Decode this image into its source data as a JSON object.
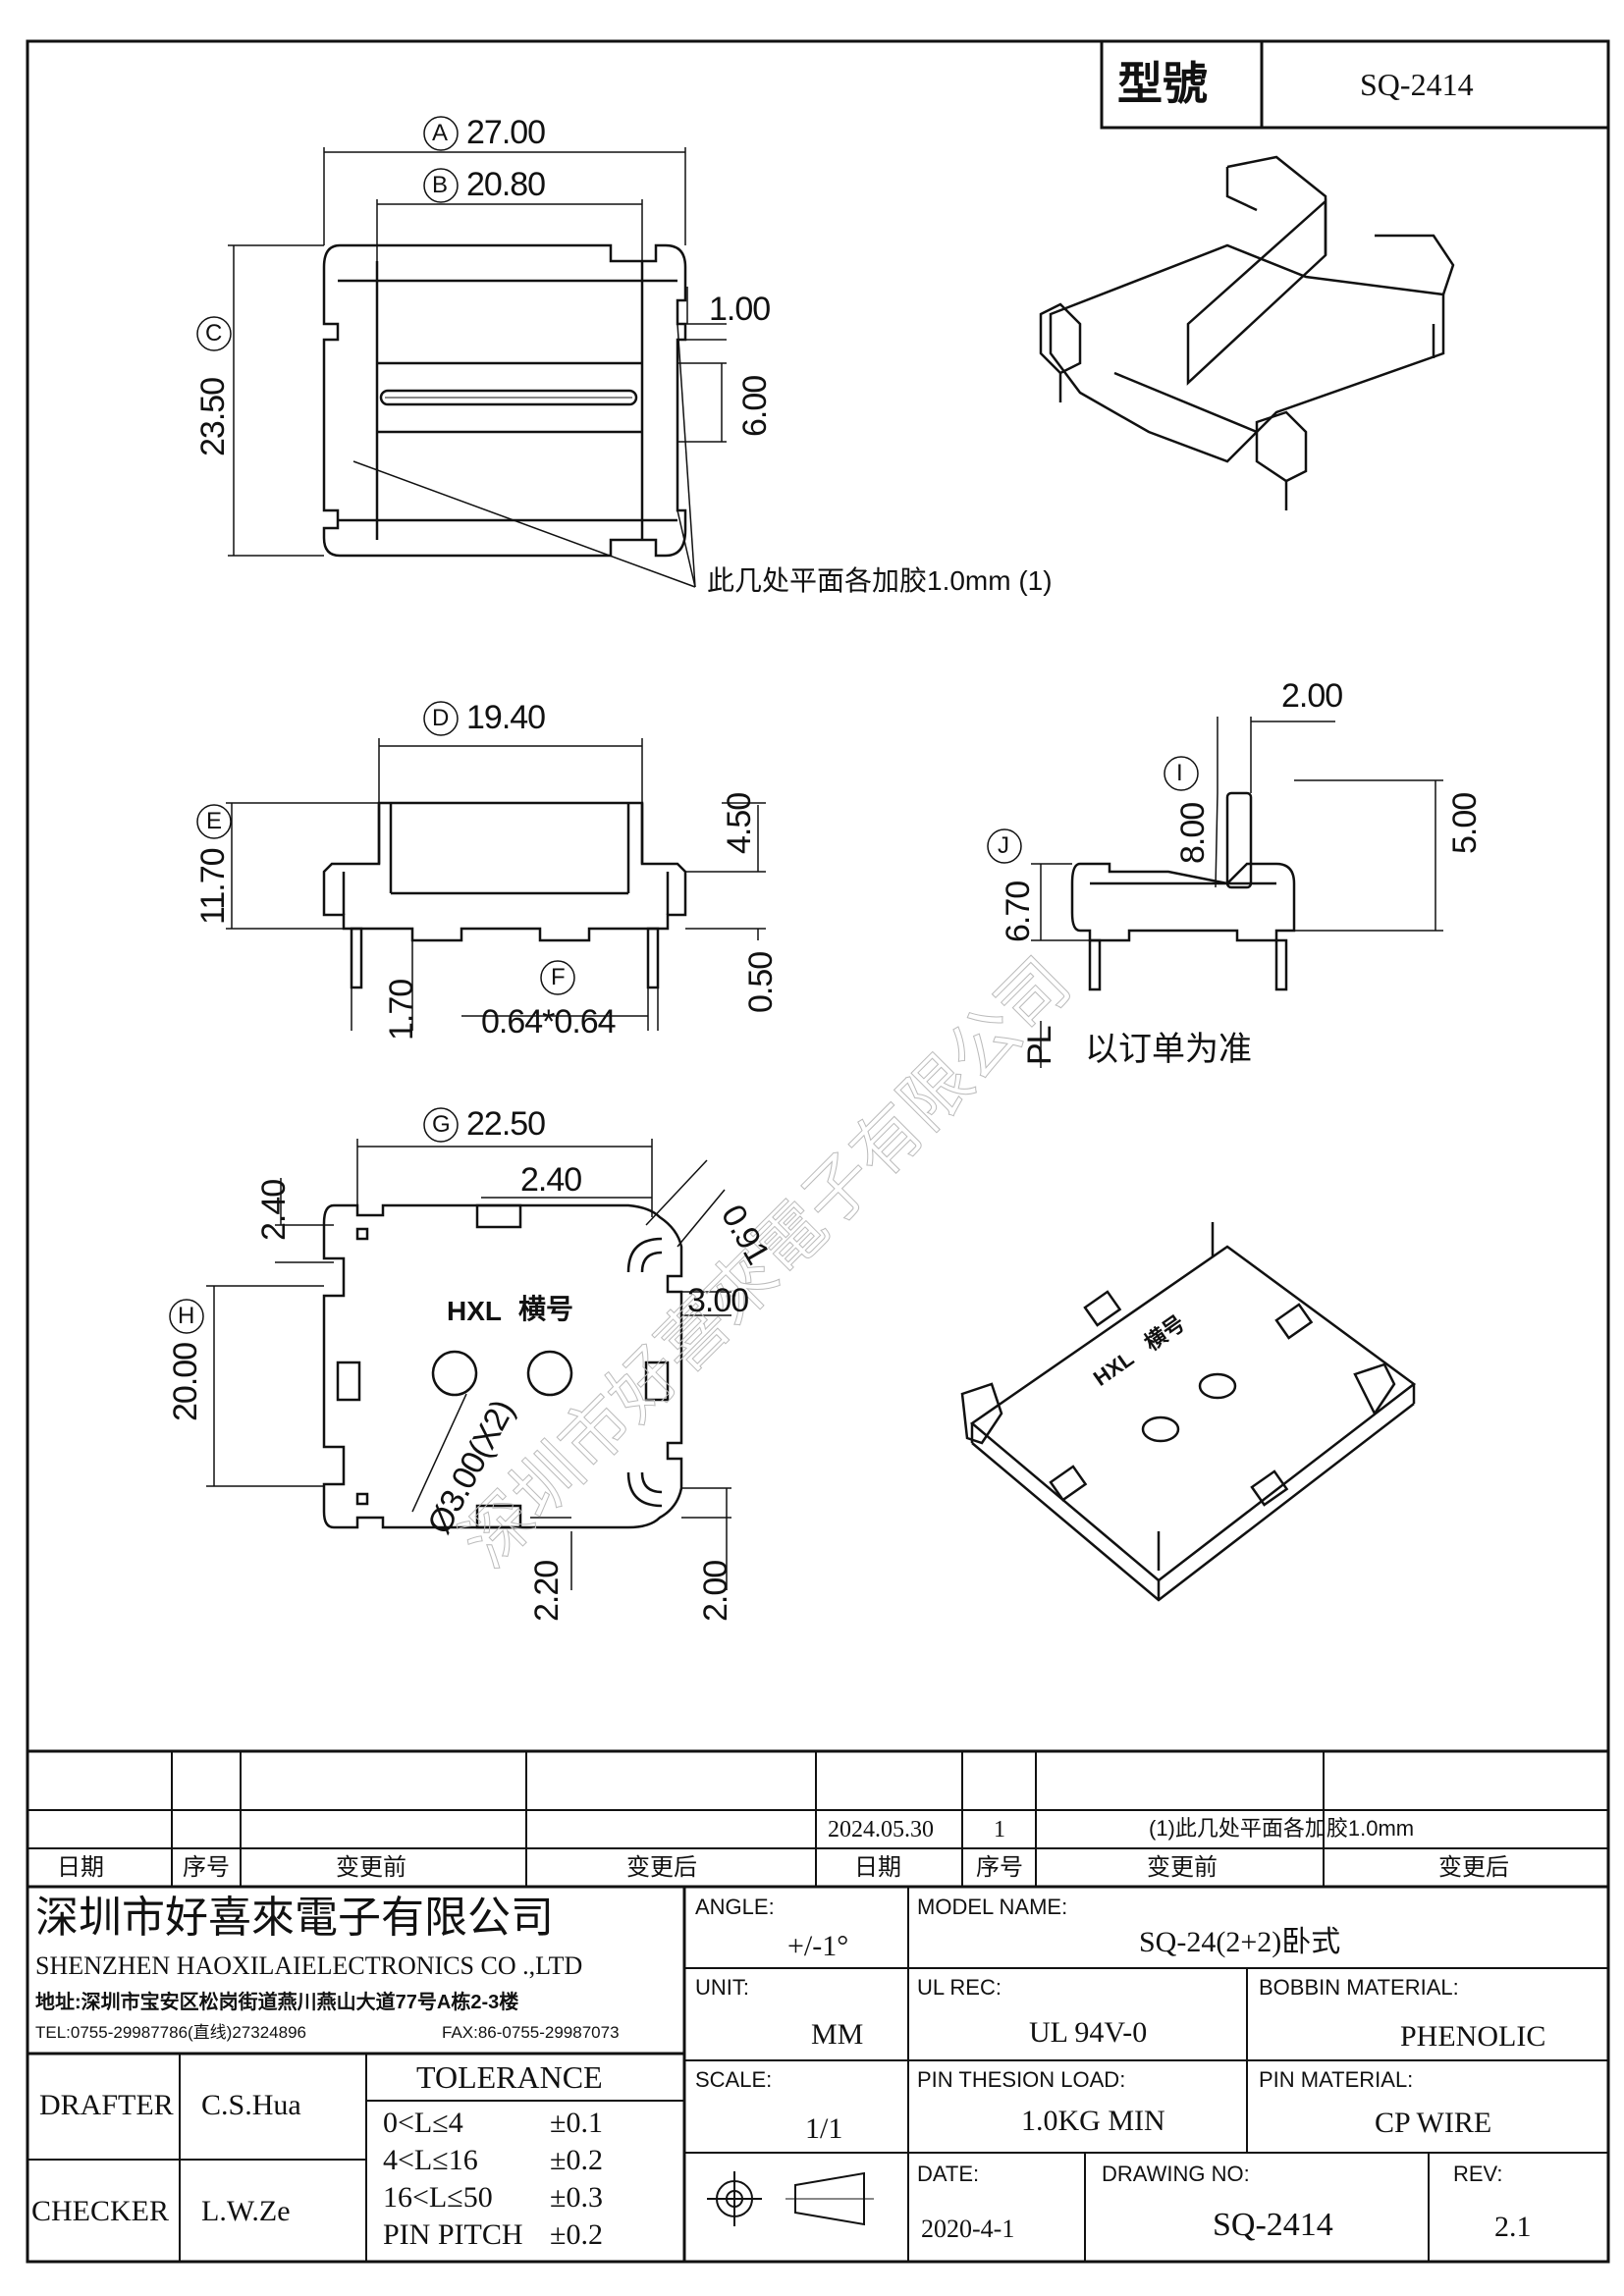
{
  "header": {
    "model_label": "型號",
    "model_value": "SQ-2414"
  },
  "dimensions": {
    "a": "27.00",
    "b": "20.80",
    "c": "23.50",
    "d": "19.40",
    "e": "11.70",
    "f": "0.64*0.64",
    "g": "22.50",
    "h": "20.00",
    "i": "8.00",
    "j": "6.70",
    "top_1": "1.00",
    "top_2": "6.00",
    "side_1": "4.50",
    "side_2": "0.50",
    "side_3": "1.70",
    "end_1": "2.00",
    "end_2": "5.00",
    "bottom_1": "2.40",
    "bottom_2": "2.40",
    "bottom_3": "0.91",
    "bottom_4": "3.00",
    "bottom_5": "2.20",
    "bottom_6": "2.00",
    "hole": "Ø3.00(X2)"
  },
  "letters": [
    "A",
    "B",
    "C",
    "D",
    "E",
    "F",
    "G",
    "H",
    "I",
    "J"
  ],
  "notes": {
    "glue_note": "此几处平面各加胶1.0mm (1)",
    "pl_label": "PL",
    "pl_note": "以订单为准",
    "part_marking_brand": "HXL",
    "part_marking_text": "横号"
  },
  "revision_table": {
    "entry": {
      "date": "2024.05.30",
      "seq": "1",
      "after": "(1)此几处平面各加胶1.0mm"
    },
    "headers": [
      "日期",
      "序号",
      "变更前",
      "变更后",
      "日期",
      "序号",
      "变更前",
      "变更后"
    ]
  },
  "company": {
    "name_cn": "深圳市好喜來電子有限公司",
    "name_en": "SHENZHEN HAOXILAIELECTRONICS CO .,LTD",
    "address": "地址:深圳市宝安区松岗街道燕川燕山大道77号A栋2-3楼",
    "tel": "TEL:0755-29987786(直线)27324896",
    "fax": "FAX:86-0755-29987073"
  },
  "title_block": {
    "angle_label": "ANGLE:",
    "angle_value": "+/-1°",
    "model_name_label": "MODEL NAME:",
    "model_name_value": "SQ-24(2+2)卧式",
    "unit_label": "UNIT:",
    "unit_value": "MM",
    "ul_label": "UL REC:",
    "ul_value": "UL 94V-0",
    "bobbin_label": "BOBBIN MATERIAL:",
    "bobbin_value": "PHENOLIC",
    "scale_label": "SCALE:",
    "scale_value": "1/1",
    "pin_load_label": "PIN THESION LOAD:",
    "pin_load_value": "1.0KG MIN",
    "pin_material_label": "PIN MATERIAL:",
    "pin_material_value": "CP  WIRE",
    "date_label": "DATE:",
    "date_value": "2020-4-1",
    "drawing_no_label": "DRAWING NO:",
    "drawing_no_value": "SQ-2414",
    "rev_label": "REV:",
    "rev_value": "2.1",
    "drafter_label": "DRAFTER",
    "drafter_value": "C.S.Hua",
    "checker_label": "CHECKER",
    "checker_value": "L.W.Ze",
    "tolerance_title": "TOLERANCE",
    "tolerance_rows": [
      {
        "range": "0<L≤4",
        "value": "±0.1"
      },
      {
        "range": "4<L≤16",
        "value": "±0.2"
      },
      {
        "range": "16<L≤50",
        "value": "±0.3"
      },
      {
        "range": "PIN PITCH",
        "value": "±0.2"
      }
    ]
  }
}
